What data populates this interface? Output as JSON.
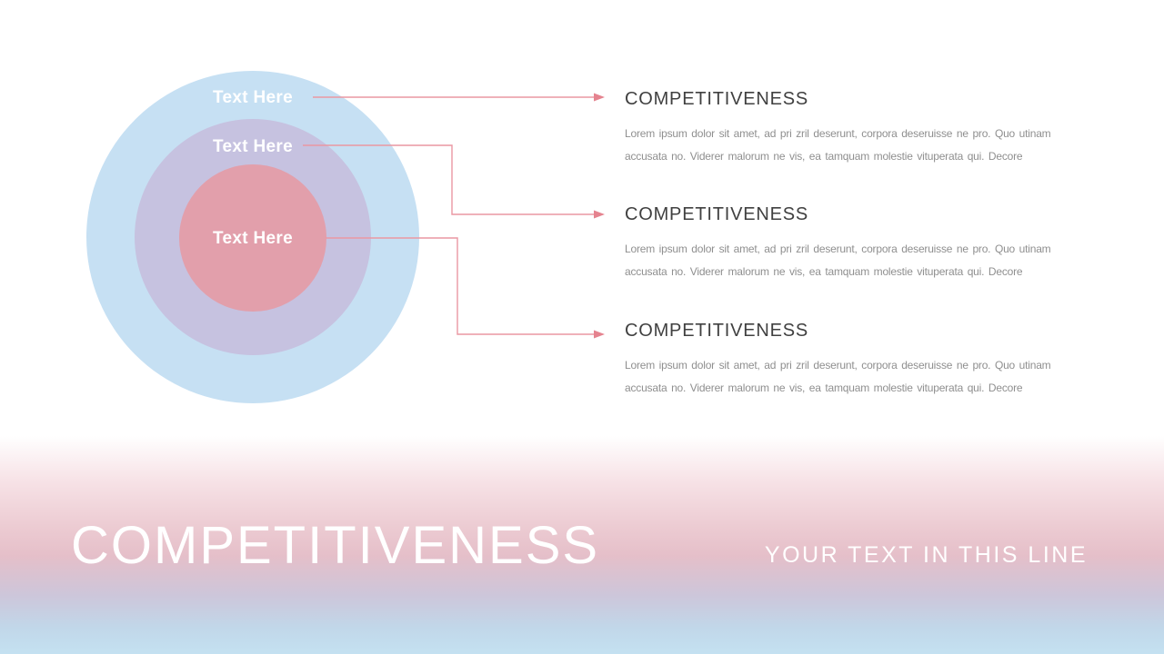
{
  "diagram": {
    "rings": [
      {
        "label": "Text Here",
        "color": "#c6e0f3",
        "name": "outer-ring"
      },
      {
        "label": "Text Here",
        "color": "#c6c2e0",
        "name": "middle-ring"
      },
      {
        "label": "Text Here",
        "color": "#e29fab",
        "name": "inner-ring"
      }
    ]
  },
  "sections": [
    {
      "heading": "COMPETITIVENESS",
      "body_lines": [
        "Lorem ipsum dolor sit amet, ad pri zril deserunt, corpora deseruisse ne pro. Quo utinam",
        "accusata no. Viderer malorum ne vis, ea tamquam molestie vituperata qui. Decore"
      ]
    },
    {
      "heading": "COMPETITIVENESS",
      "body_lines": [
        "Lorem ipsum dolor sit amet, ad pri zril deserunt, corpora deseruisse ne pro. Quo utinam",
        "accusata no. Viderer malorum ne vis, ea tamquam molestie vituperata qui. Decore"
      ]
    },
    {
      "heading": "COMPETITIVENESS",
      "body_lines": [
        "Lorem ipsum dolor sit amet, ad pri zril deserunt, corpora deseruisse ne pro. Quo utinam",
        "accusata no. Viderer malorum ne vis, ea tamquam molestie vituperata qui. Decore"
      ]
    }
  ],
  "footer": {
    "title": "COMPETITIVENESS",
    "subtitle": "YOUR TEXT IN THIS LINE"
  },
  "colors": {
    "outer_circle": "#c6e0f3",
    "middle_circle": "#c6c2e0",
    "inner_circle": "#e29fab",
    "connector_line": "#ea97a2",
    "arrowhead": "#e5838f",
    "heading_text": "#404040",
    "body_text": "#8f8f8f",
    "footer_text": "#ffffff",
    "gradient_pink": "#e5bfc9",
    "gradient_blue": "#c4e1f1"
  }
}
